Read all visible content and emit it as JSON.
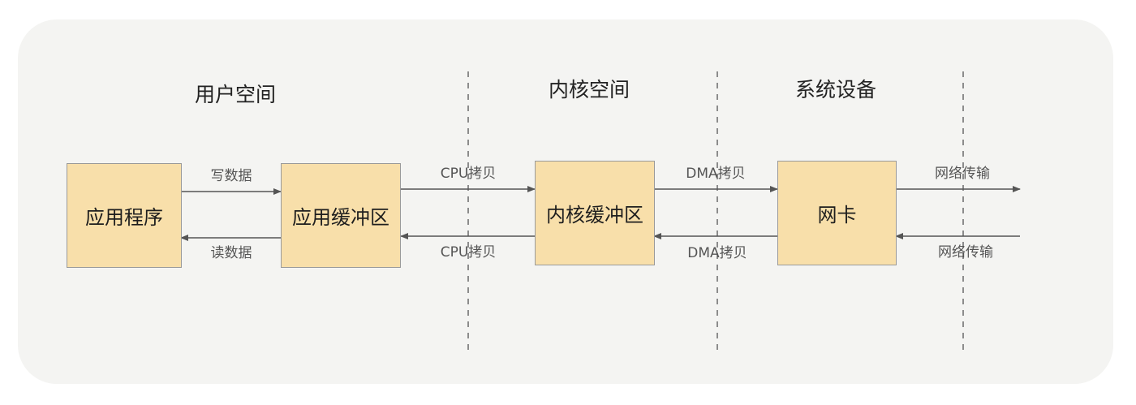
{
  "sections": {
    "user_space": "用户空间",
    "kernel_space": "内核空间",
    "system_devices": "系统设备"
  },
  "nodes": {
    "app": "应用程序",
    "app_buffer": "应用缓冲区",
    "kernel_buffer": "内核缓冲区",
    "nic": "网卡"
  },
  "edges": {
    "write_data": "写数据",
    "read_data": "读数据",
    "cpu_copy_out": "CPU拷贝",
    "cpu_copy_in": "CPU拷贝",
    "dma_copy_out": "DMA拷贝",
    "dma_copy_in": "DMA拷贝",
    "net_out": "网络传输",
    "net_in": "网络传输"
  },
  "colors": {
    "panel": "#f4f4f2",
    "box_fill": "#f8dfaa",
    "box_border": "#9a9a9a",
    "arrow": "#555555"
  }
}
